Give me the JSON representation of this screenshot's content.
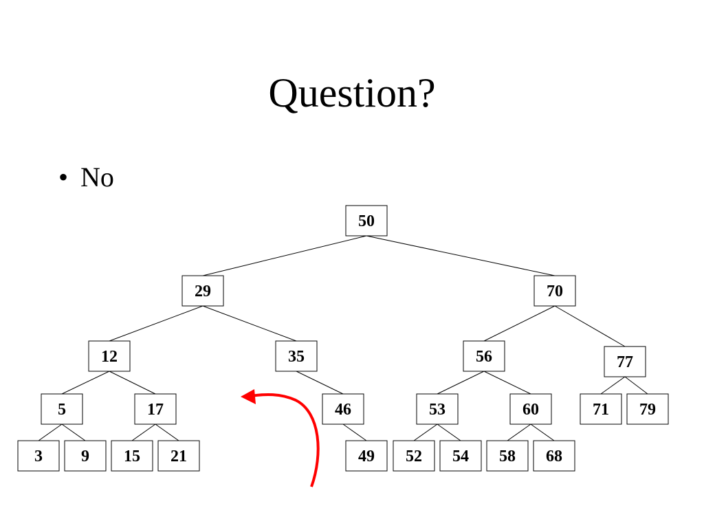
{
  "slide": {
    "title": "Question?",
    "bullets": [
      {
        "text": "No",
        "marker": "•"
      }
    ]
  },
  "tree": {
    "nodes": [
      {
        "id": "n50",
        "label": "50"
      },
      {
        "id": "n29",
        "label": "29"
      },
      {
        "id": "n70",
        "label": "70"
      },
      {
        "id": "n12",
        "label": "12"
      },
      {
        "id": "n35",
        "label": "35"
      },
      {
        "id": "n56",
        "label": "56"
      },
      {
        "id": "n77",
        "label": "77"
      },
      {
        "id": "n5",
        "label": "5"
      },
      {
        "id": "n17",
        "label": "17"
      },
      {
        "id": "n46",
        "label": "46"
      },
      {
        "id": "n53",
        "label": "53"
      },
      {
        "id": "n60",
        "label": "60"
      },
      {
        "id": "n71",
        "label": "71"
      },
      {
        "id": "n79",
        "label": "79"
      },
      {
        "id": "n3",
        "label": "3"
      },
      {
        "id": "n9",
        "label": "9"
      },
      {
        "id": "n15",
        "label": "15"
      },
      {
        "id": "n21",
        "label": "21"
      },
      {
        "id": "n49",
        "label": "49"
      },
      {
        "id": "n52",
        "label": "52"
      },
      {
        "id": "n54",
        "label": "54"
      },
      {
        "id": "n58",
        "label": "58"
      },
      {
        "id": "n68",
        "label": "68"
      }
    ],
    "edges": [
      [
        "n50",
        "n29"
      ],
      [
        "n50",
        "n70"
      ],
      [
        "n29",
        "n12"
      ],
      [
        "n29",
        "n35"
      ],
      [
        "n70",
        "n56"
      ],
      [
        "n70",
        "n77"
      ],
      [
        "n12",
        "n5"
      ],
      [
        "n12",
        "n17"
      ],
      [
        "n35",
        "n46"
      ],
      [
        "n56",
        "n53"
      ],
      [
        "n56",
        "n60"
      ],
      [
        "n77",
        "n71"
      ],
      [
        "n77",
        "n79"
      ],
      [
        "n5",
        "n3"
      ],
      [
        "n5",
        "n9"
      ],
      [
        "n17",
        "n15"
      ],
      [
        "n17",
        "n21"
      ],
      [
        "n46",
        "n49"
      ],
      [
        "n53",
        "n52"
      ],
      [
        "n53",
        "n54"
      ],
      [
        "n60",
        "n58"
      ],
      [
        "n60",
        "n68"
      ]
    ]
  },
  "annotation": {
    "arrow_color": "#ff0000"
  }
}
